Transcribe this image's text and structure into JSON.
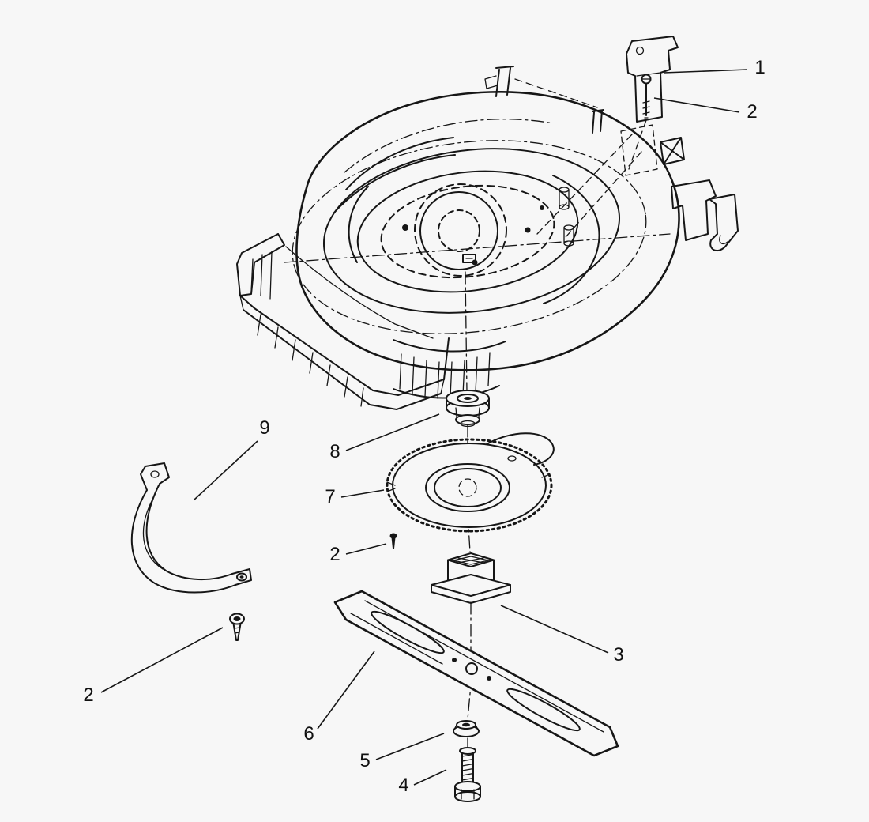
{
  "diagram": {
    "kind": "exploded-parts-diagram",
    "background_color": "#f7f7f7",
    "line_color": "#161616",
    "callouts": [
      {
        "id": "callout-1",
        "label": "1"
      },
      {
        "id": "callout-2-top",
        "label": "2"
      },
      {
        "id": "callout-9",
        "label": "9"
      },
      {
        "id": "callout-8",
        "label": "8"
      },
      {
        "id": "callout-7",
        "label": "7"
      },
      {
        "id": "callout-2-center",
        "label": "2"
      },
      {
        "id": "callout-3",
        "label": "3"
      },
      {
        "id": "callout-6",
        "label": "6"
      },
      {
        "id": "callout-5",
        "label": "5"
      },
      {
        "id": "callout-4",
        "label": "4"
      },
      {
        "id": "callout-2-left",
        "label": "2"
      }
    ]
  }
}
